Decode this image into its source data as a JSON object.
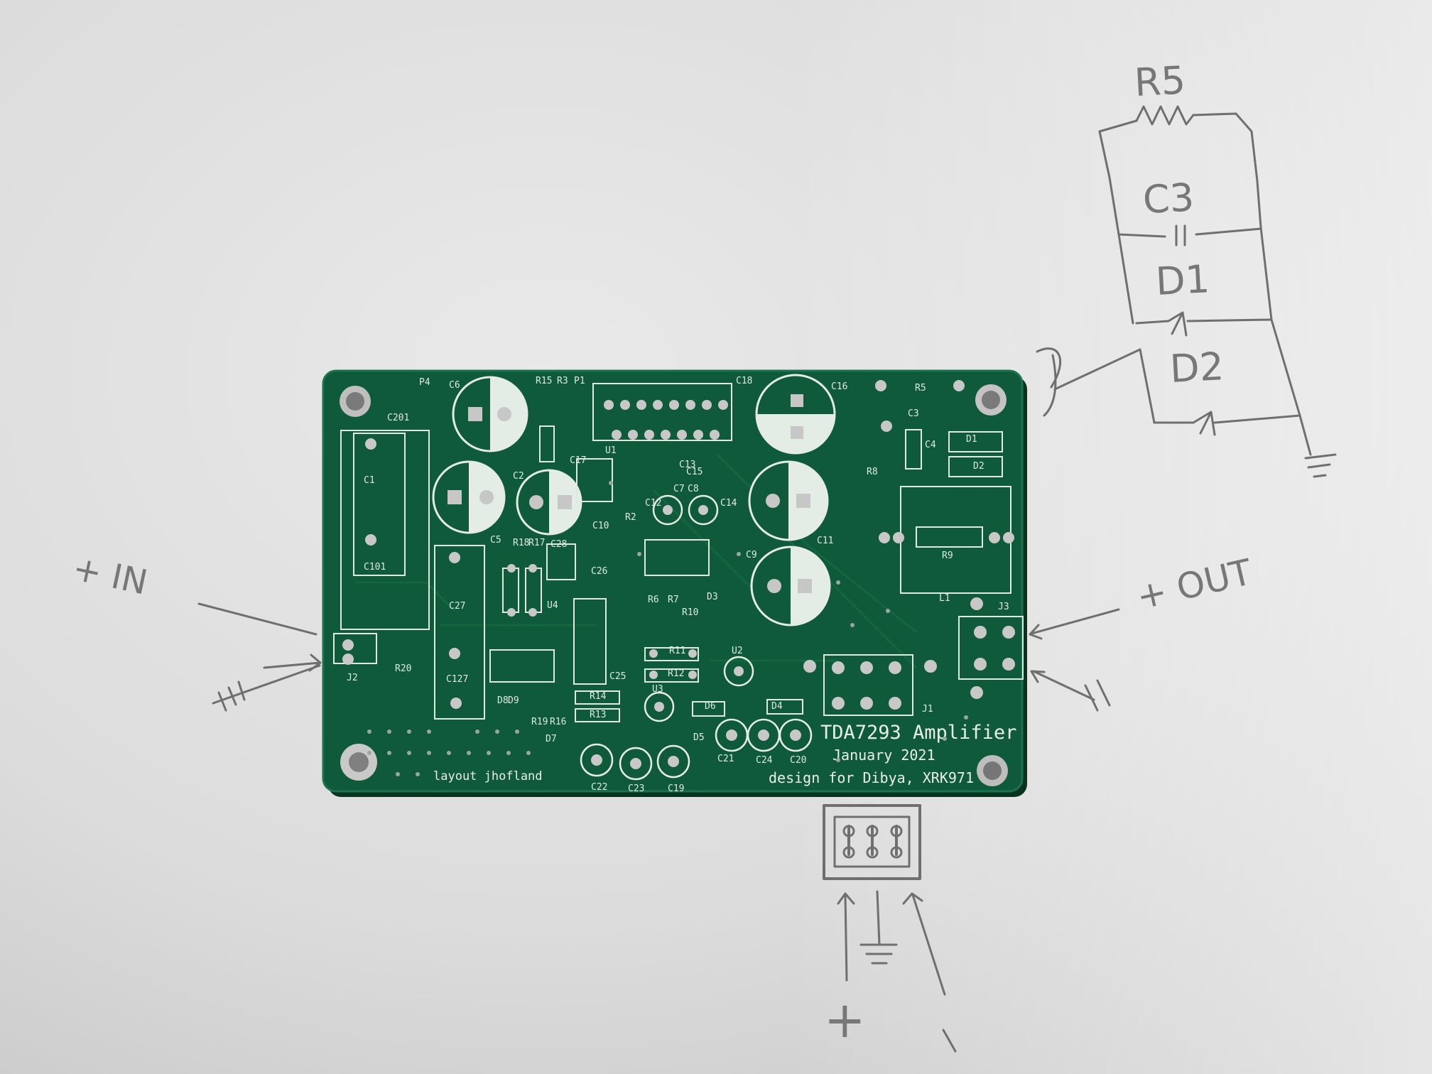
{
  "photo": {
    "paper_color": "#e6e6e6",
    "board_color": "#0f5a3a",
    "silkscreen_color": "#e8efe9",
    "pad_color": "#c8c8c8",
    "pencil_color": "#6f6f6f"
  },
  "board": {
    "title": "TDA7293 Amplifier",
    "date": "January 2021",
    "credit": "design for Dibya, XRK971",
    "layout_credit": "layout jhofland",
    "refdes": {
      "c1": "C1",
      "c101": "C101",
      "c201": "C201",
      "c127": "C127",
      "c27": "C27",
      "c2": "C2",
      "c5": "C5",
      "c6": "C6",
      "c9": "C9",
      "c10": "C10",
      "c11": "C11",
      "c12": "C12",
      "c13": "C13",
      "c14": "C14",
      "c15": "C15",
      "c16": "C16",
      "c17": "C17",
      "c18": "C18",
      "c19": "C19",
      "c20": "C20",
      "c21": "C21",
      "c22": "C22",
      "c23": "C23",
      "c24": "C24",
      "c25": "C25",
      "c26": "C26",
      "c28": "C28",
      "c3": "C3",
      "c4": "C4",
      "c7": "C7",
      "c8": "C8",
      "d1": "D1",
      "d2": "D2",
      "d3": "D3",
      "d4": "D4",
      "d5": "D5",
      "d6": "D6",
      "d7": "D7",
      "d8": "D8",
      "d9": "D9",
      "r2": "R2",
      "r3": "R3",
      "r5": "R5",
      "r6": "R6",
      "r7": "R7",
      "r8": "R8",
      "r9": "R9",
      "r10": "R10",
      "r11": "R11",
      "r12": "R12",
      "r13": "R13",
      "r14": "R14",
      "r15": "R15",
      "r16": "R16",
      "r17": "R17",
      "r18": "R18",
      "r19": "R19",
      "r20": "R20",
      "u1": "U1",
      "u2": "U2",
      "u3": "U3",
      "u4": "U4",
      "j1": "J1",
      "j2": "J2",
      "j3": "J3",
      "l1": "L1",
      "p1": "P1",
      "p4": "P4"
    }
  },
  "sketch": {
    "in_label": "+ IN",
    "out_label": "+ OUT",
    "plus_label": "+",
    "r5": "R5",
    "c3": "C3",
    "d1": "D1",
    "d2": "D2"
  }
}
